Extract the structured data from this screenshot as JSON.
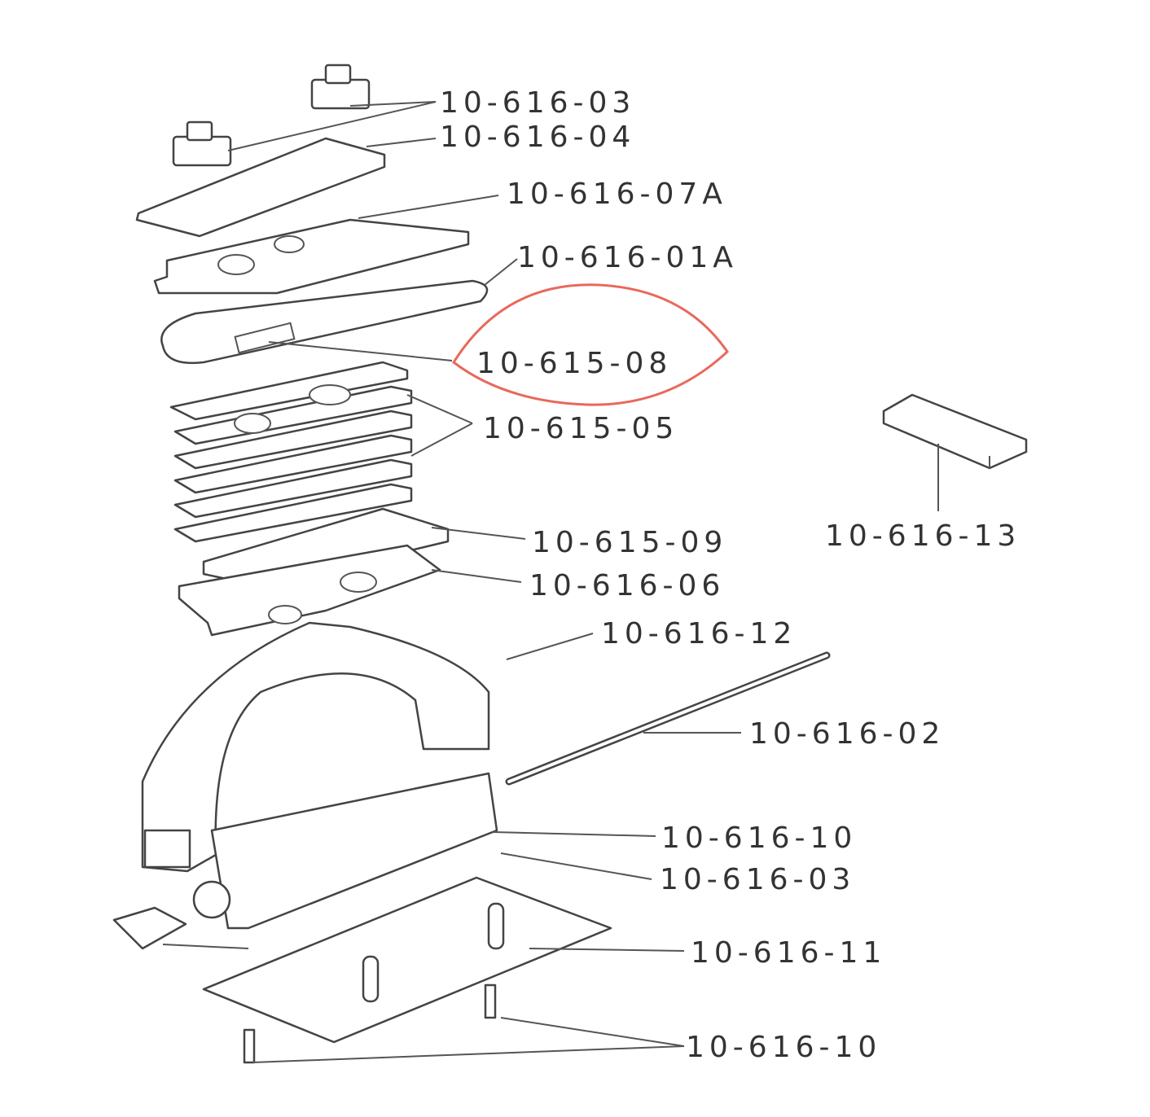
{
  "diagram": {
    "labels": [
      "10-616-03",
      "10-616-04",
      "10-616-07A",
      "10-616-01A",
      "10-615-08",
      "10-615-05",
      "10-616-13",
      "10-615-09",
      "10-616-06",
      "10-616-12",
      "10-616-02",
      "10-616-10",
      "10-616-03",
      "10-616-11",
      "10-616-10"
    ],
    "highlighted_label": "10-615-08",
    "highlight_color": "#e8695c",
    "line_color": "#444444"
  }
}
